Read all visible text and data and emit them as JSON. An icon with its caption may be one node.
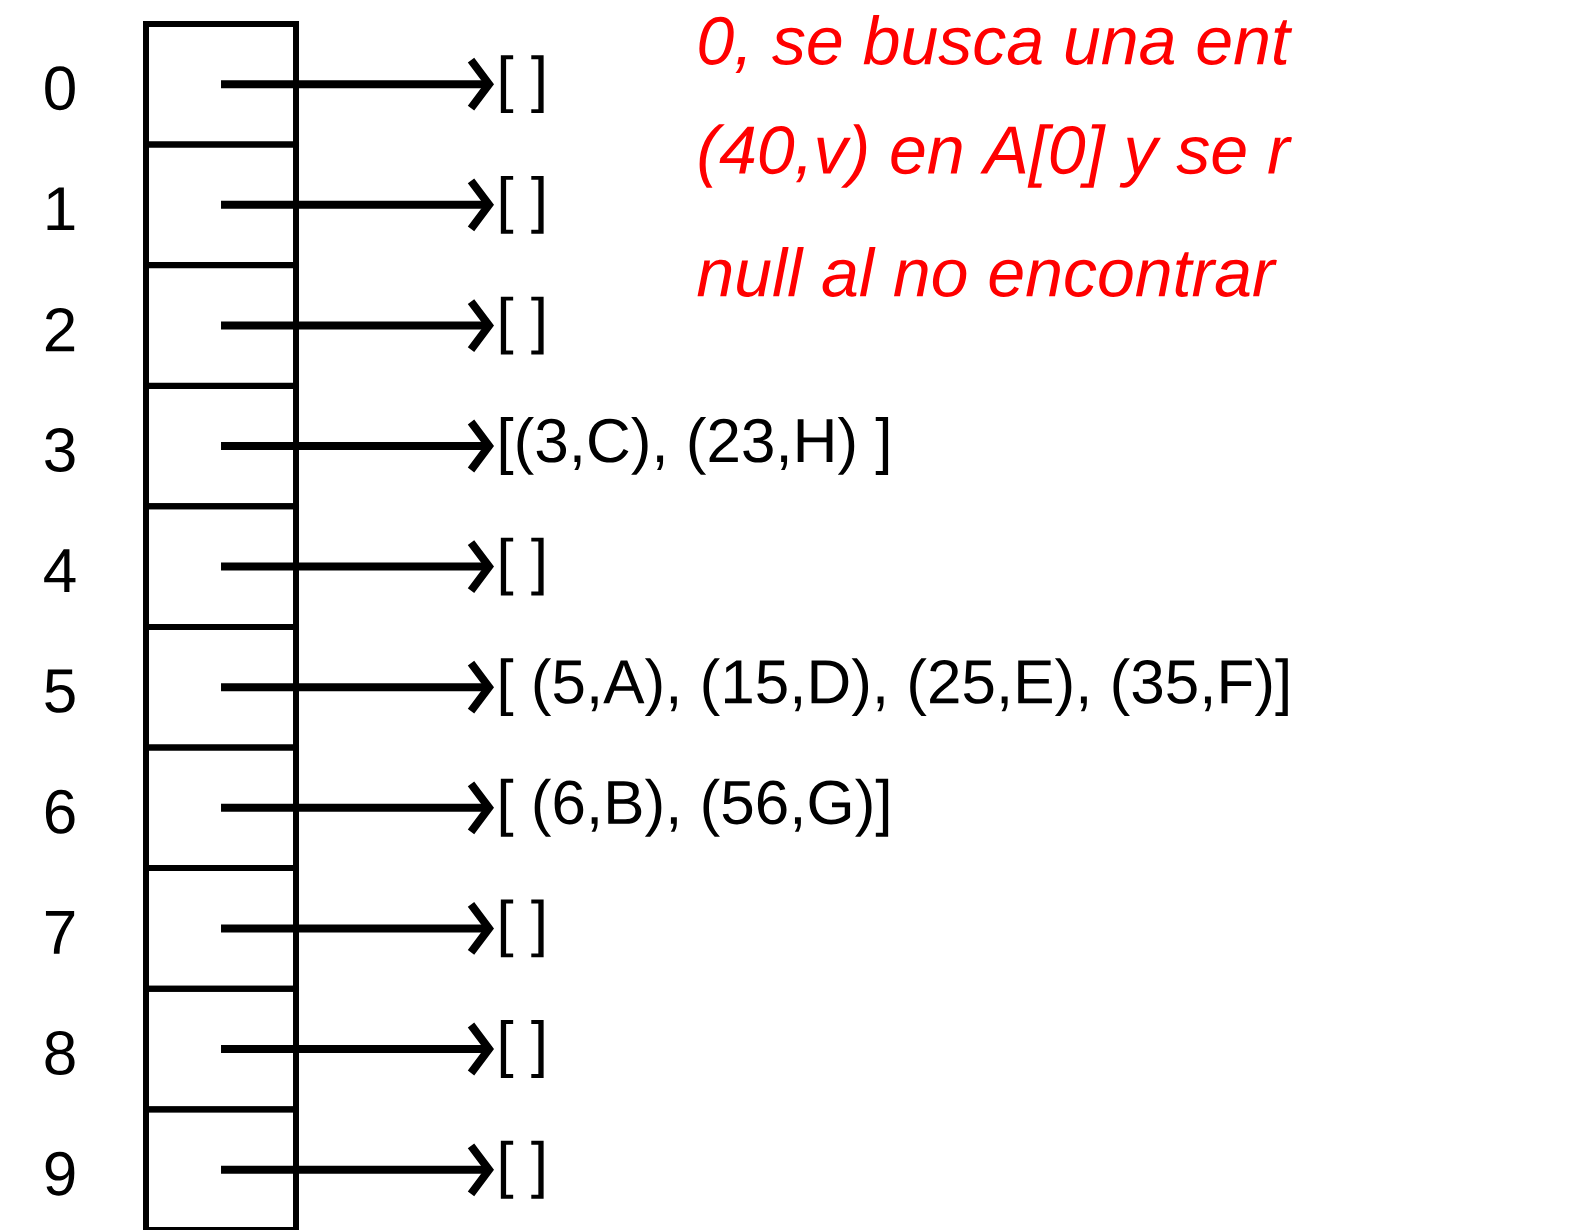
{
  "diagram": {
    "nodes": [
      {
        "text": [],
        "shape": "box",
        "beside": [
          "0"
        ]
      },
      {
        "text": [],
        "shape": "box",
        "beside": [
          "1"
        ]
      },
      {
        "text": [],
        "shape": "box",
        "beside": [
          "2"
        ]
      },
      {
        "text": [],
        "shape": "box",
        "beside": [
          "3"
        ]
      },
      {
        "text": [],
        "shape": "box",
        "beside": [
          "4"
        ]
      },
      {
        "text": [],
        "shape": "box",
        "beside": [
          "5"
        ]
      },
      {
        "text": [],
        "shape": "box",
        "beside": [
          "6"
        ]
      },
      {
        "text": [],
        "shape": "box",
        "beside": [
          "7"
        ]
      },
      {
        "text": [],
        "shape": "box",
        "beside": [
          "8"
        ]
      },
      {
        "text": [],
        "shape": "box",
        "beside": [
          "9"
        ]
      },
      {
        "text": [
          "[ ]"
        ]
      },
      {
        "text": [
          "[ ]"
        ]
      },
      {
        "text": [
          "[ ]"
        ]
      },
      {
        "text": [
          "[(3,C), (23,H) ]"
        ]
      },
      {
        "text": [
          "[ ]"
        ]
      },
      {
        "text": [
          "[ (5,A), (15,D), (25,E), (35,F)]"
        ]
      },
      {
        "text": [
          "[ (6,B), (56,G)]"
        ]
      },
      {
        "text": [
          "[ ]"
        ]
      },
      {
        "text": [
          "[ ]"
        ]
      },
      {
        "text": [
          "[ ]"
        ]
      }
    ],
    "edges": [
      {
        "from": 0,
        "to": 10,
        "arrow": "to"
      },
      {
        "from": 1,
        "to": 11,
        "arrow": "to"
      },
      {
        "from": 2,
        "to": 12,
        "arrow": "to"
      },
      {
        "from": 3,
        "to": 13,
        "arrow": "to"
      },
      {
        "from": 4,
        "to": 14,
        "arrow": "to"
      },
      {
        "from": 5,
        "to": 15,
        "arrow": "to"
      },
      {
        "from": 6,
        "to": 16,
        "arrow": "to"
      },
      {
        "from": 7,
        "to": 17,
        "arrow": "to"
      },
      {
        "from": 8,
        "to": 18,
        "arrow": "to"
      },
      {
        "from": 9,
        "to": 19,
        "arrow": "to"
      }
    ],
    "labels": [
      "0, se busca una ent",
      "(40,v) en A[0] y se r",
      "null al no encontrar"
    ]
  }
}
